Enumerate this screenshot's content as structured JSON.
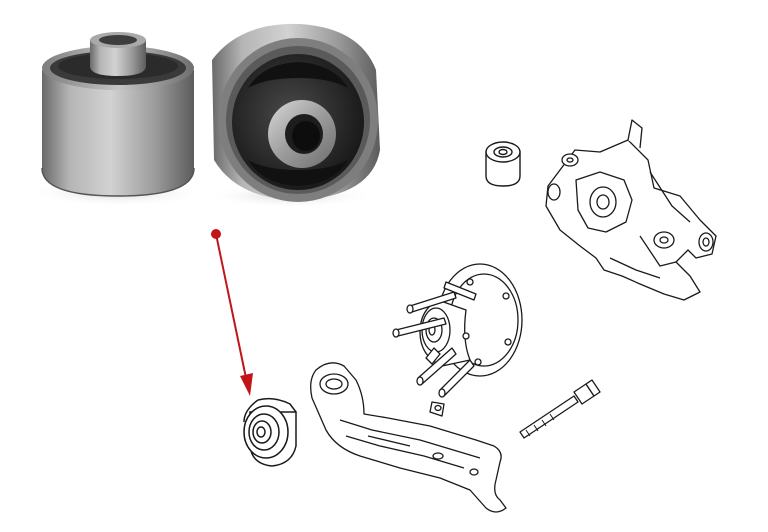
{
  "scene": {
    "background": "#ffffff",
    "photo": {
      "items": [
        "rubber-metal-bushing-front-view",
        "rubber-metal-bushing-side-view"
      ],
      "metal_color": "#8e8e8e",
      "rubber_color": "#2a2a2a"
    },
    "callout": {
      "color": "#c0161a",
      "points_to": "rear-trailing-arm-bushing"
    },
    "diagram": {
      "style": "line-drawing",
      "line_color": "#1a1a1a",
      "parts": [
        "small-bushing",
        "rear-knuckle",
        "wheel-hub-with-studs",
        "trailing-arm",
        "mounting-bolt",
        "trailing-arm-bushing"
      ]
    }
  }
}
